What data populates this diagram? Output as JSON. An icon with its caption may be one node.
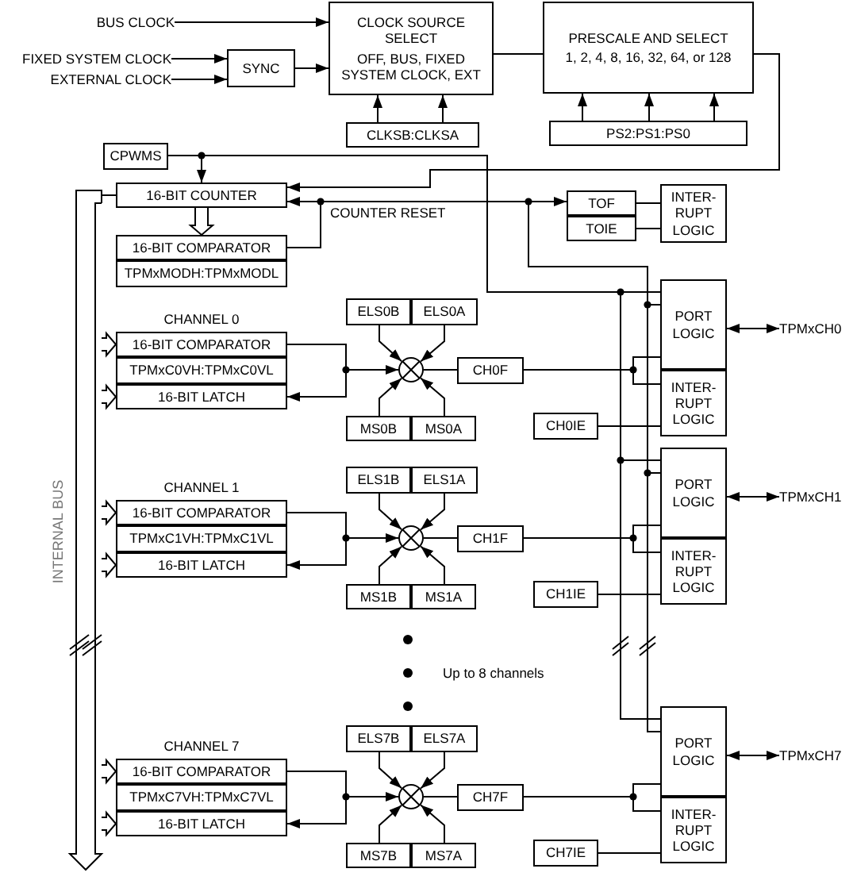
{
  "diagram": {
    "nodes": [
      {
        "text": [
          "BUS CLOCK"
        ]
      },
      {
        "text": [
          "FIXED SYSTEM CLOCK"
        ]
      },
      {
        "text": [
          "EXTERNAL CLOCK"
        ]
      },
      {
        "text": [
          "SYNC"
        ]
      },
      {
        "text": [
          "CLOCK SOURCE SELECT",
          "OFF, BUS, FIXED SYSTEM CLOCK, EXT"
        ]
      },
      {
        "text": [
          "PRESCALE AND SELECT",
          "1, 2, 4, 8, 16, 32, 64, or 128"
        ]
      },
      {
        "text": [
          "CLKSB:CLKSA"
        ]
      },
      {
        "text": [
          "PS2:PS1:PS0"
        ]
      },
      {
        "text": [
          "CPWMS"
        ]
      },
      {
        "text": [
          "16-BIT COUNTER"
        ]
      },
      {
        "text": [
          "TOF"
        ]
      },
      {
        "text": [
          "INTER- RUPT LOGIC"
        ]
      },
      {
        "text": [
          "TOIE"
        ]
      },
      {
        "text": [
          "16-BIT COMPARATOR"
        ]
      },
      {
        "text": [
          "TPMxMODH:TPMxMODL"
        ]
      },
      {
        "text": [],
        "shape": "bar",
        "beside": [
          "INTERNAL BUS"
        ]
      },
      {
        "text": [
          "ELS0B"
        ]
      },
      {
        "text": [
          "ELS0A"
        ]
      },
      {
        "text": [
          "PORT LOGIC"
        ]
      },
      {
        "text": [
          "TPMxCH0"
        ]
      },
      {
        "text": [
          "16-BIT COMPARATOR"
        ]
      },
      {
        "text": [
          "TPMxC0VH:TPMxC0VL"
        ]
      },
      {
        "text": [
          "16-BIT LATCH"
        ]
      },
      {
        "text": [],
        "shape": "circle"
      },
      {
        "text": [
          "CH0F"
        ]
      },
      {
        "text": [
          "INTER- RUPT LOGIC"
        ]
      },
      {
        "text": [
          "CH0IE"
        ]
      },
      {
        "text": [
          "MS0B"
        ]
      },
      {
        "text": [
          "MS0A"
        ]
      },
      {
        "text": [
          "ELS1B"
        ]
      },
      {
        "text": [
          "ELS1A"
        ]
      },
      {
        "text": [
          "PORT LOGIC"
        ]
      },
      {
        "text": [
          "TPMxCH1"
        ]
      },
      {
        "text": [
          "16-BIT COMPARATOR"
        ]
      },
      {
        "text": [
          "TPMxC1VH:TPMxC1VL"
        ]
      },
      {
        "text": [
          "16-BIT LATCH"
        ]
      },
      {
        "text": [],
        "shape": "circle"
      },
      {
        "text": [
          "CH1F"
        ]
      },
      {
        "text": [
          "INTER- RUPT LOGIC"
        ]
      },
      {
        "text": [
          "CH1IE"
        ]
      },
      {
        "text": [
          "MS1B"
        ]
      },
      {
        "text": [
          "MS1A"
        ]
      },
      {
        "text": [
          "ELS7B"
        ]
      },
      {
        "text": [
          "ELS7A"
        ]
      },
      {
        "text": [
          "PORT LOGIC"
        ]
      },
      {
        "text": [
          "TPMxCH7"
        ]
      },
      {
        "text": [
          "16-BIT COMPARATOR"
        ]
      },
      {
        "text": [
          "TPMxC7VH:TPMxC7VL"
        ]
      },
      {
        "text": [
          "16-BIT LATCH"
        ]
      },
      {
        "text": [],
        "shape": "circle"
      },
      {
        "text": [
          "CH7F"
        ]
      },
      {
        "text": [
          "INTER- RUPT LOGIC"
        ]
      },
      {
        "text": [
          "CH7IE"
        ]
      },
      {
        "text": [
          "MS7B"
        ]
      },
      {
        "text": [
          "MS7A"
        ]
      }
    ],
    "edges": [
      {
        "from": 0,
        "to": 4,
        "arrow": "to"
      },
      {
        "from": 1,
        "to": 3,
        "arrow": "to"
      },
      {
        "from": 2,
        "to": 3,
        "arrow": "to"
      },
      {
        "from": 3,
        "to": 4,
        "arrow": "to"
      },
      {
        "from": 6,
        "to": 4,
        "arrow": "to"
      },
      {
        "from": 6,
        "to": 4,
        "arrow": "to"
      },
      {
        "from": 4,
        "to": 5,
        "arrow": "none"
      },
      {
        "from": 7,
        "to": 5,
        "arrow": "to"
      },
      {
        "from": 7,
        "to": 5,
        "arrow": "to"
      },
      {
        "from": 7,
        "to": 5,
        "arrow": "to"
      },
      {
        "from": 5,
        "to": 9,
        "arrow": "to"
      },
      {
        "from": 8,
        "to": 9,
        "arrow": "to"
      },
      {
        "from": 13,
        "to": 9,
        "arrow": "to"
      },
      {
        "from": 13,
        "to": 10,
        "arrow": "to"
      },
      {
        "from": 10,
        "to": 11,
        "arrow": "none"
      },
      {
        "from": 12,
        "to": 11,
        "arrow": "none"
      },
      {
        "from": 9,
        "to": 13,
        "arrow": "to",
        "style": "thick"
      },
      {
        "from": 9,
        "to": 15,
        "arrow": "none"
      },
      {
        "from": 15,
        "to": 20,
        "arrow": "to",
        "style": "thick"
      },
      {
        "from": 15,
        "to": 22,
        "arrow": "to",
        "style": "thick"
      },
      {
        "from": 20,
        "to": 23,
        "arrow": "to"
      },
      {
        "from": 23,
        "to": 22,
        "arrow": "to"
      },
      {
        "from": 16,
        "to": 23,
        "arrow": "to"
      },
      {
        "from": 17,
        "to": 23,
        "arrow": "to"
      },
      {
        "from": 27,
        "to": 23,
        "arrow": "to"
      },
      {
        "from": 28,
        "to": 23,
        "arrow": "to"
      },
      {
        "from": 23,
        "to": 24,
        "arrow": "none"
      },
      {
        "from": 24,
        "to": 18,
        "arrow": "none"
      },
      {
        "from": 24,
        "to": 25,
        "arrow": "none"
      },
      {
        "from": 26,
        "to": 25,
        "arrow": "none"
      },
      {
        "from": 18,
        "to": 19,
        "arrow": "both"
      },
      {
        "from": 8,
        "to": 18,
        "arrow": "none"
      },
      {
        "from": 13,
        "to": 18,
        "arrow": "none"
      },
      {
        "from": 15,
        "to": 33,
        "arrow": "to",
        "style": "thick"
      },
      {
        "from": 15,
        "to": 35,
        "arrow": "to",
        "style": "thick"
      },
      {
        "from": 33,
        "to": 36,
        "arrow": "to"
      },
      {
        "from": 36,
        "to": 35,
        "arrow": "to"
      },
      {
        "from": 29,
        "to": 36,
        "arrow": "to"
      },
      {
        "from": 30,
        "to": 36,
        "arrow": "to"
      },
      {
        "from": 40,
        "to": 36,
        "arrow": "to"
      },
      {
        "from": 41,
        "to": 36,
        "arrow": "to"
      },
      {
        "from": 36,
        "to": 37,
        "arrow": "none"
      },
      {
        "from": 37,
        "to": 31,
        "arrow": "none"
      },
      {
        "from": 37,
        "to": 38,
        "arrow": "none"
      },
      {
        "from": 39,
        "to": 38,
        "arrow": "none"
      },
      {
        "from": 31,
        "to": 32,
        "arrow": "both"
      },
      {
        "from": 8,
        "to": 31,
        "arrow": "none"
      },
      {
        "from": 13,
        "to": 31,
        "arrow": "none"
      },
      {
        "from": 15,
        "to": 46,
        "arrow": "to",
        "style": "thick"
      },
      {
        "from": 15,
        "to": 48,
        "arrow": "to",
        "style": "thick"
      },
      {
        "from": 46,
        "to": 49,
        "arrow": "to"
      },
      {
        "from": 49,
        "to": 48,
        "arrow": "to"
      },
      {
        "from": 42,
        "to": 49,
        "arrow": "to"
      },
      {
        "from": 43,
        "to": 49,
        "arrow": "to"
      },
      {
        "from": 53,
        "to": 49,
        "arrow": "to"
      },
      {
        "from": 54,
        "to": 49,
        "arrow": "to"
      },
      {
        "from": 49,
        "to": 50,
        "arrow": "none"
      },
      {
        "from": 50,
        "to": 44,
        "arrow": "none"
      },
      {
        "from": 50,
        "to": 51,
        "arrow": "none"
      },
      {
        "from": 52,
        "to": 51,
        "arrow": "none"
      },
      {
        "from": 44,
        "to": 45,
        "arrow": "both"
      },
      {
        "from": 8,
        "to": 44,
        "arrow": "none"
      },
      {
        "from": 13,
        "to": 44,
        "arrow": "none"
      }
    ],
    "labels": [
      "COUNTER RESET",
      "CHANNEL 0",
      "CHANNEL 1",
      "Up to 8 channels",
      "CHANNEL 7"
    ]
  }
}
